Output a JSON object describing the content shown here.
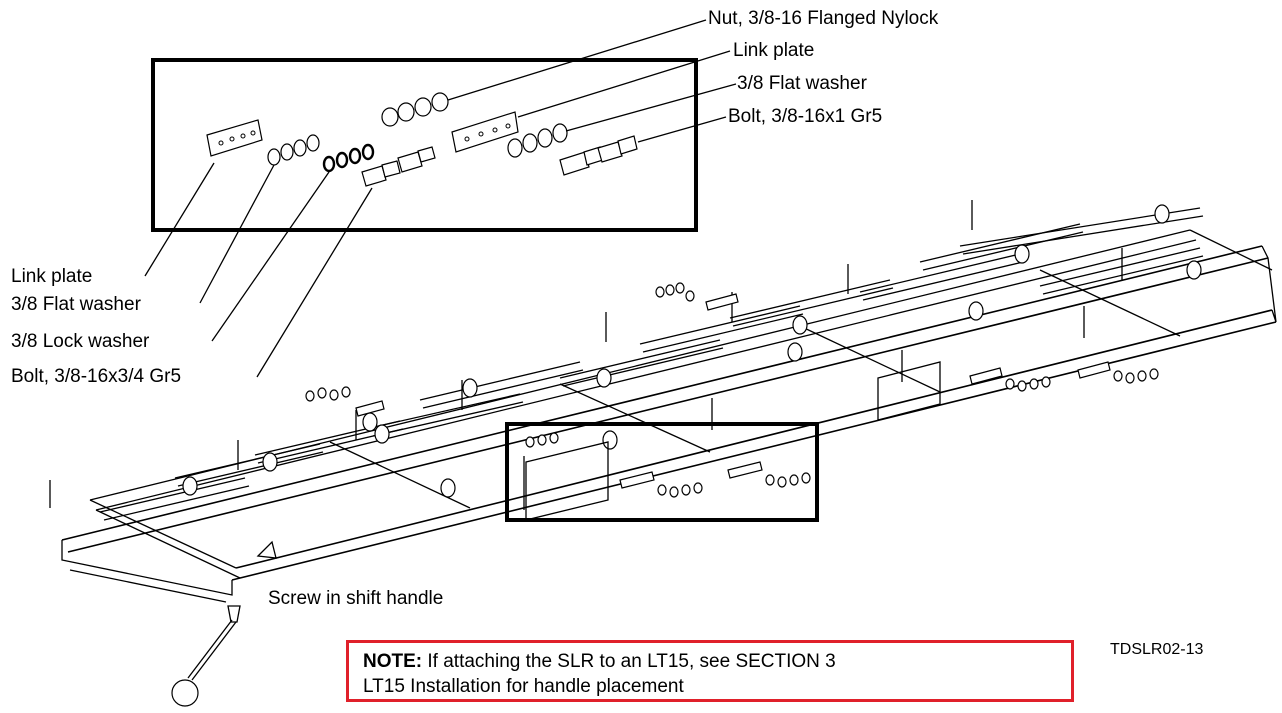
{
  "labels": {
    "nut_flanged": "Nut, 3/8-16 Flanged Nylock",
    "link_plate_right": "Link plate",
    "flat_washer_right": "3/8 Flat washer",
    "bolt_right": "Bolt, 3/8-16x1 Gr5",
    "link_plate_left": "Link plate",
    "flat_washer_left": "3/8 Flat washer",
    "lock_washer_left": "3/8 Lock washer",
    "bolt_left": "Bolt, 3/8-16x3/4 Gr5",
    "shift_handle": "Screw in shift handle"
  },
  "note": {
    "prefix": "NOTE:",
    "line1": " If attaching the SLR to an LT15, see SECTION 3",
    "line2": "LT15 Installation for handle placement"
  },
  "drawing_code": "TDSLR02-13",
  "colors": {
    "note_border": "#e0202a",
    "line": "#000000",
    "background": "#ffffff"
  }
}
